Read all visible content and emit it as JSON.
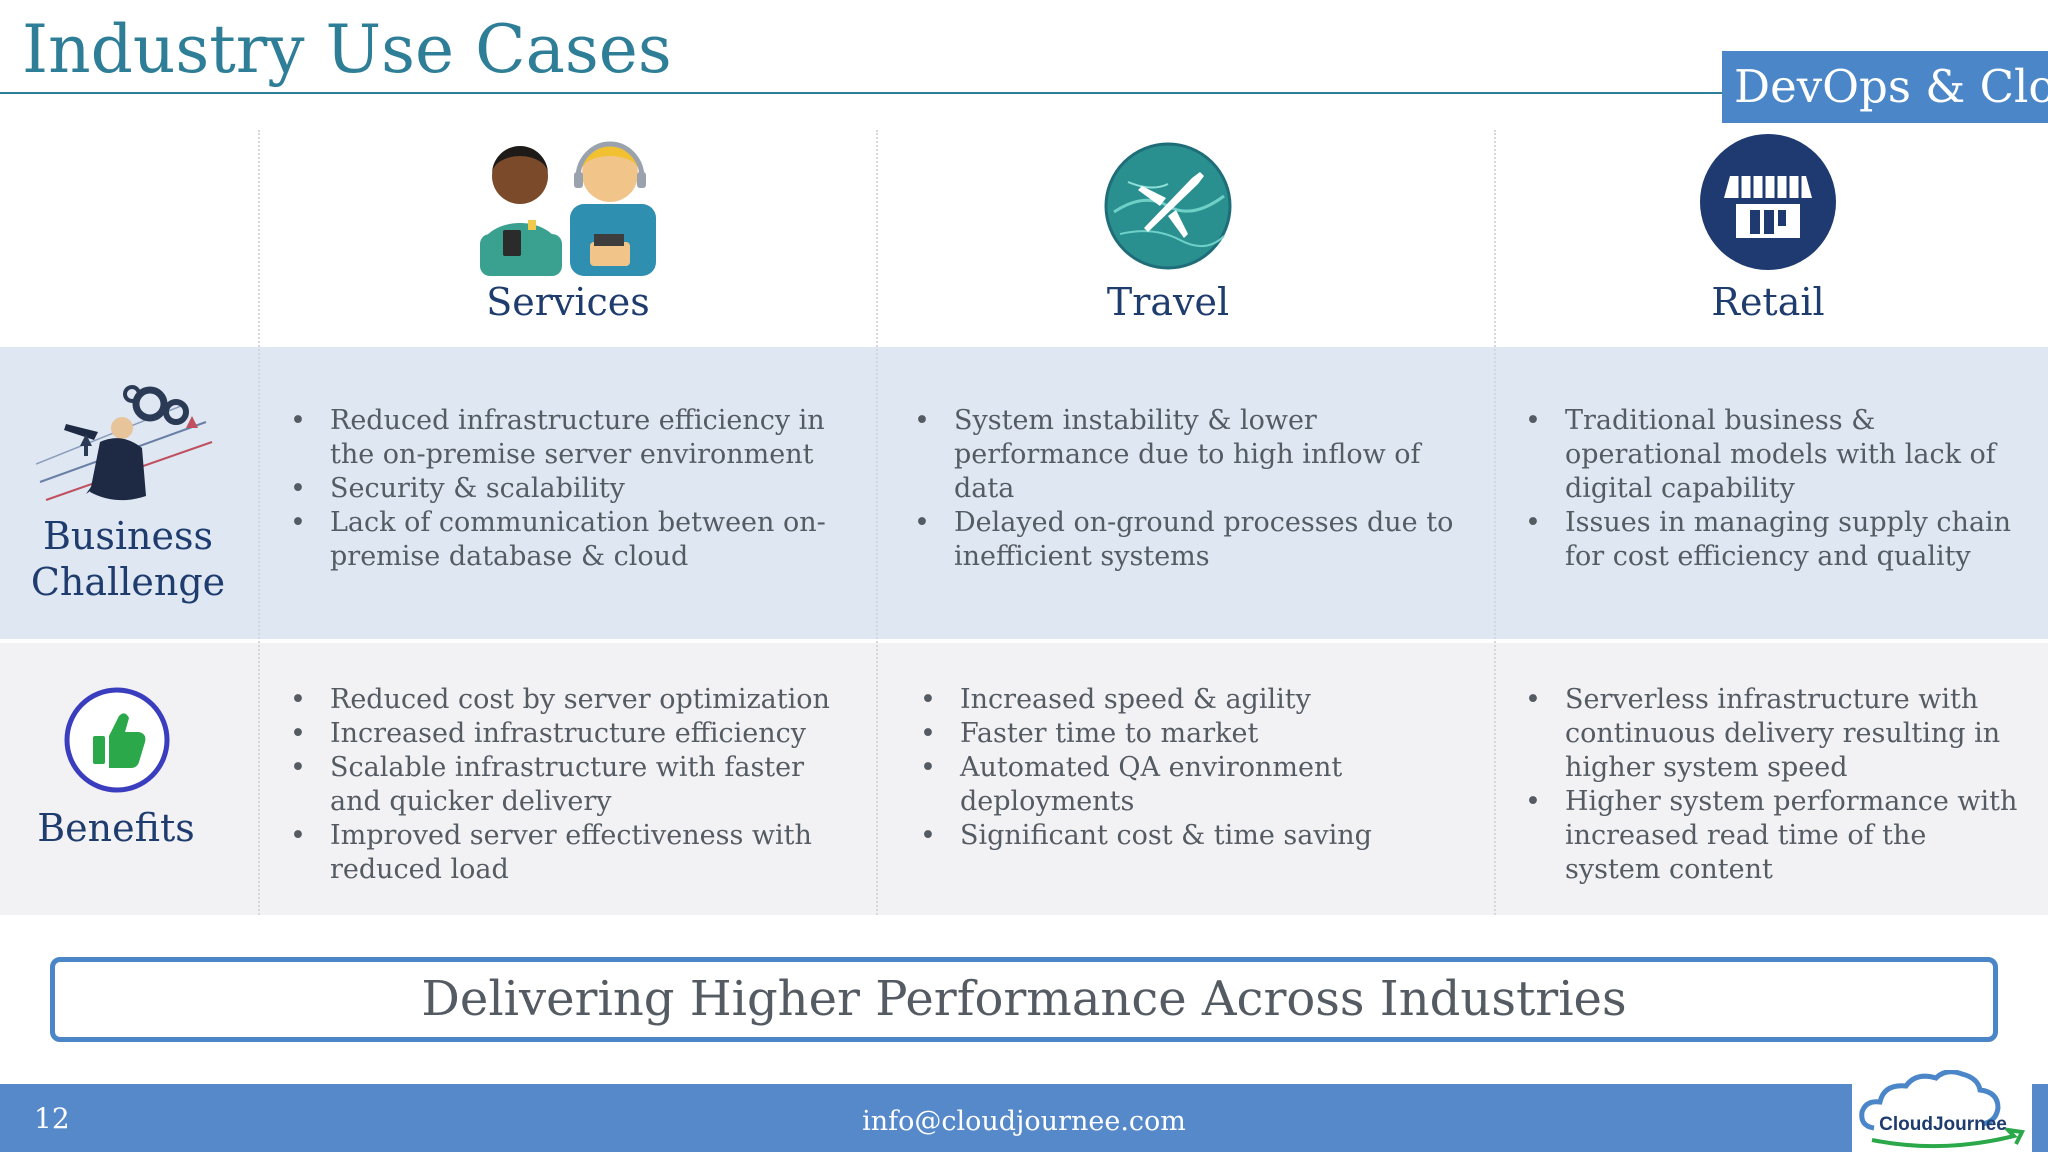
{
  "header": {
    "title": "Industry Use Cases",
    "tag": "DevOps & Cloud"
  },
  "columns": [
    {
      "label": "Services",
      "icon": "support-people-icon"
    },
    {
      "label": "Travel",
      "icon": "airplane-globe-icon"
    },
    {
      "label": "Retail",
      "icon": "storefront-icon"
    }
  ],
  "rows": {
    "challenge": {
      "label_line1": "Business",
      "label_line2": "Challenge",
      "icon": "businessman-gears-icon"
    },
    "benefits": {
      "label": "Benefits",
      "icon": "thumbs-up-icon"
    }
  },
  "challenges": [
    [
      "Reduced infrastructure efficiency in the on-premise server environment",
      "Security & scalability",
      "Lack of communication between on-premise database & cloud"
    ],
    [
      "System instability & lower performance due to high inflow of data",
      "Delayed on-ground processes due to inefficient systems"
    ],
    [
      "Traditional business & operational models with lack of digital capability",
      "Issues in managing supply chain for cost efficiency and quality"
    ]
  ],
  "benefits": [
    [
      "Reduced cost by server optimization",
      "Increased infrastructure efficiency",
      "Scalable infrastructure with faster and quicker delivery",
      "Improved server effectiveness with reduced load"
    ],
    [
      "Increased speed & agility",
      "Faster time to market",
      "Automated QA environment deployments",
      "Significant cost & time saving"
    ],
    [
      "Serverless infrastructure with continuous delivery resulting in higher system speed",
      "Higher system performance with increased read time of the system content"
    ]
  ],
  "banner": "Delivering Higher Performance Across Industries",
  "footer": {
    "page": "12",
    "email": "info@cloudjournee.com",
    "logo_text": "CloudJournee"
  },
  "colors": {
    "title": "#2f7e97",
    "accent": "#4a86c8",
    "label": "#1f3c6e",
    "challenge_bg": "#dfe7f2",
    "benefits_bg": "#f2f2f4"
  }
}
